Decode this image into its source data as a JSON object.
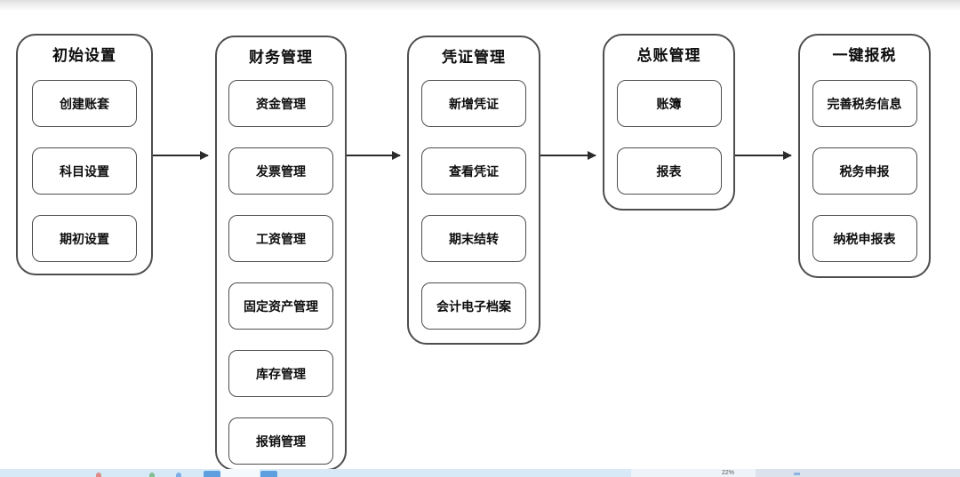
{
  "diagram": {
    "columns": [
      {
        "title": "初始设置",
        "items": [
          "创建账套",
          "科目设置",
          "期初设置"
        ]
      },
      {
        "title": "财务管理",
        "items": [
          "资金管理",
          "发票管理",
          "工资管理",
          "固定资产管理",
          "库存管理",
          "报销管理"
        ]
      },
      {
        "title": "凭证管理",
        "items": [
          "新增凭证",
          "查看凭证",
          "期末结转",
          "会计电子档案"
        ]
      },
      {
        "title": "总账管理",
        "items": [
          "账簿",
          "报表"
        ]
      },
      {
        "title": "一键报税",
        "items": [
          "完善税务信息",
          "税务申报",
          "纳税申报表"
        ]
      }
    ],
    "colors": {
      "box_border": "#4d4d4d",
      "text": "#0d0d0d",
      "arrow": "#2b2b2b",
      "background": "#ffffff"
    }
  },
  "bottom_bar": {
    "zoom_text": "22%",
    "colors": {
      "strip_blue": "#d7e9f7",
      "strip_gray": "#dce2ec",
      "icon_blue": "#5f9fe0"
    }
  }
}
